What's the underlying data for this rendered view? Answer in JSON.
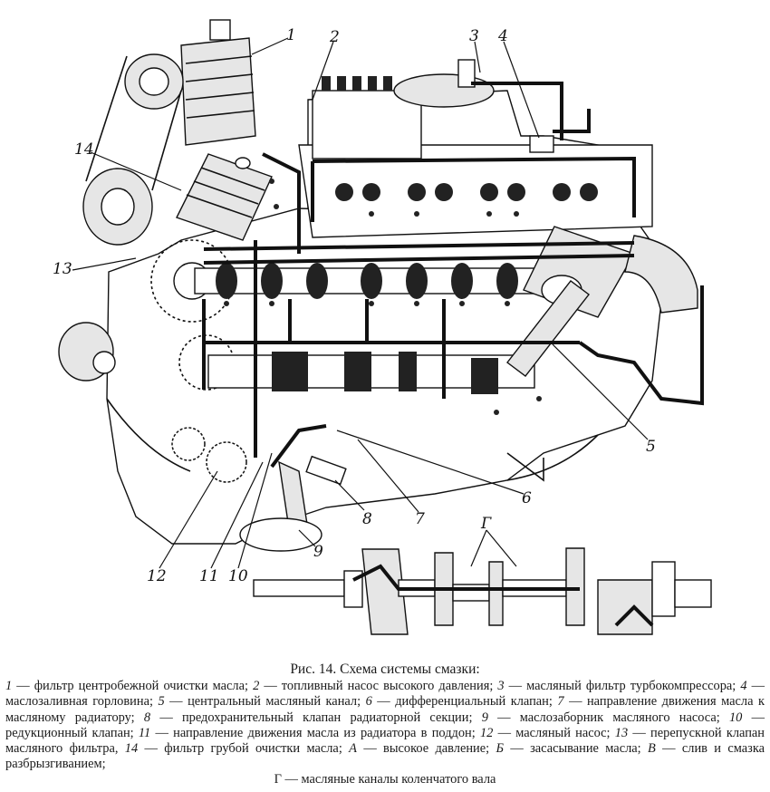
{
  "figure": {
    "callouts": [
      {
        "id": "1",
        "text": "1"
      },
      {
        "id": "2",
        "text": "2"
      },
      {
        "id": "3",
        "text": "3"
      },
      {
        "id": "4",
        "text": "4"
      },
      {
        "id": "5",
        "text": "5"
      },
      {
        "id": "6",
        "text": "6"
      },
      {
        "id": "7",
        "text": "7"
      },
      {
        "id": "8",
        "text": "8"
      },
      {
        "id": "9",
        "text": "9"
      },
      {
        "id": "10",
        "text": "10"
      },
      {
        "id": "11",
        "text": "11"
      },
      {
        "id": "12",
        "text": "12"
      },
      {
        "id": "13",
        "text": "13"
      },
      {
        "id": "14",
        "text": "14"
      },
      {
        "id": "G",
        "text": "Г"
      }
    ]
  },
  "caption": {
    "title": "Рис. 14. Схема системы смазки:",
    "legend": [
      {
        "num": "1",
        "text": " — фильтр центробежной очистки масла; "
      },
      {
        "num": "2",
        "text": " — топливный насос высокого давления; "
      },
      {
        "num": "3",
        "text": " — масляный фильтр турбокомпрессора; "
      },
      {
        "num": "4",
        "text": " — маслозаливная горловина; "
      },
      {
        "num": "5",
        "text": " — центральный масляный канал; "
      },
      {
        "num": "6",
        "text": " — дифференциальный клапан; "
      },
      {
        "num": "7",
        "text": " — направление движения масла к масляному радиатору; "
      },
      {
        "num": "8",
        "text": " — предохранительный клапан радиаторной секции; "
      },
      {
        "num": "9",
        "text": " — маслозаборник масляного насоса; "
      },
      {
        "num": "10",
        "text": " — редукционный клапан; "
      },
      {
        "num": "11",
        "text": " — направление движения масла из радиатора в поддон; "
      },
      {
        "num": "12",
        "text": " — масляный насос; "
      },
      {
        "num": "13",
        "text": " — перепускной клапан масляного фильтра, "
      },
      {
        "num": "14",
        "text": " — фильтр грубой очистки масла; "
      },
      {
        "num": "А",
        "text": " — высокое давление; "
      },
      {
        "num": "Б",
        "text": " — засасывание масла; "
      },
      {
        "num": "В",
        "text": " — слив и смазка разбрызгиванием;"
      }
    ],
    "last_line": "Г — масляные каналы коленчатого вала"
  }
}
